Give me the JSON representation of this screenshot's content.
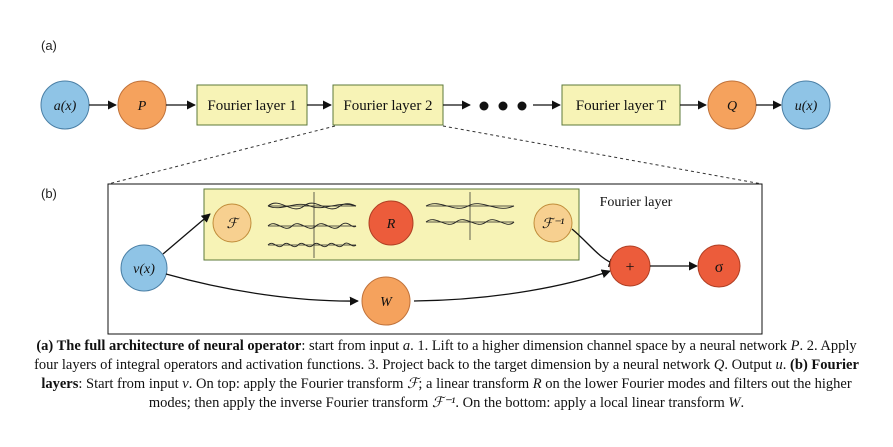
{
  "panel_a": {
    "label": "(a)",
    "input": "a(x)",
    "lift": "P",
    "layers": [
      "Fourier layer 1",
      "Fourier layer 2",
      "Fourier layer T"
    ],
    "project": "Q",
    "output": "u(x)"
  },
  "panel_b": {
    "label": "(b)",
    "title": "Fourier layer",
    "input": "v(x)",
    "fourier": "ℱ",
    "linear": "R",
    "inverse": "ℱ⁻¹",
    "add": "+",
    "activation": "σ",
    "local": "W"
  },
  "caption": {
    "a_label": "(a) The full architecture of neural operator",
    "s1": ": start from input ",
    "v_a": "a",
    "s2": ". 1. Lift to a higher dimension channel space by a neural network ",
    "v_P": "P",
    "s3": ". 2. Apply four layers of integral operators and activation functions. 3. Project back to the target dimension by a neural network ",
    "v_Q": "Q",
    "s4": ". Output ",
    "v_u": "u",
    "s5": ". ",
    "b_label": "(b) Fourier layers",
    "s6": ": Start from input ",
    "v_v": "v",
    "s7": ". On top: apply the Fourier transform ",
    "v_F": "ℱ",
    "s8": "; a linear transform ",
    "v_R": "R",
    "s9": " on the lower Fourier modes and filters out the higher modes; then apply the inverse Fourier transform ",
    "v_Finv": "ℱ⁻¹",
    "s10": ". On the bottom: apply a local linear transform ",
    "v_W": "W",
    "s11": "."
  },
  "colors": {
    "blue_node": "#8fc4e6",
    "orange_node": "#f5a25d",
    "red_node": "#ec5c3b",
    "box_fill": "#f7f3b6",
    "box_stroke": "#5c7a3a"
  }
}
